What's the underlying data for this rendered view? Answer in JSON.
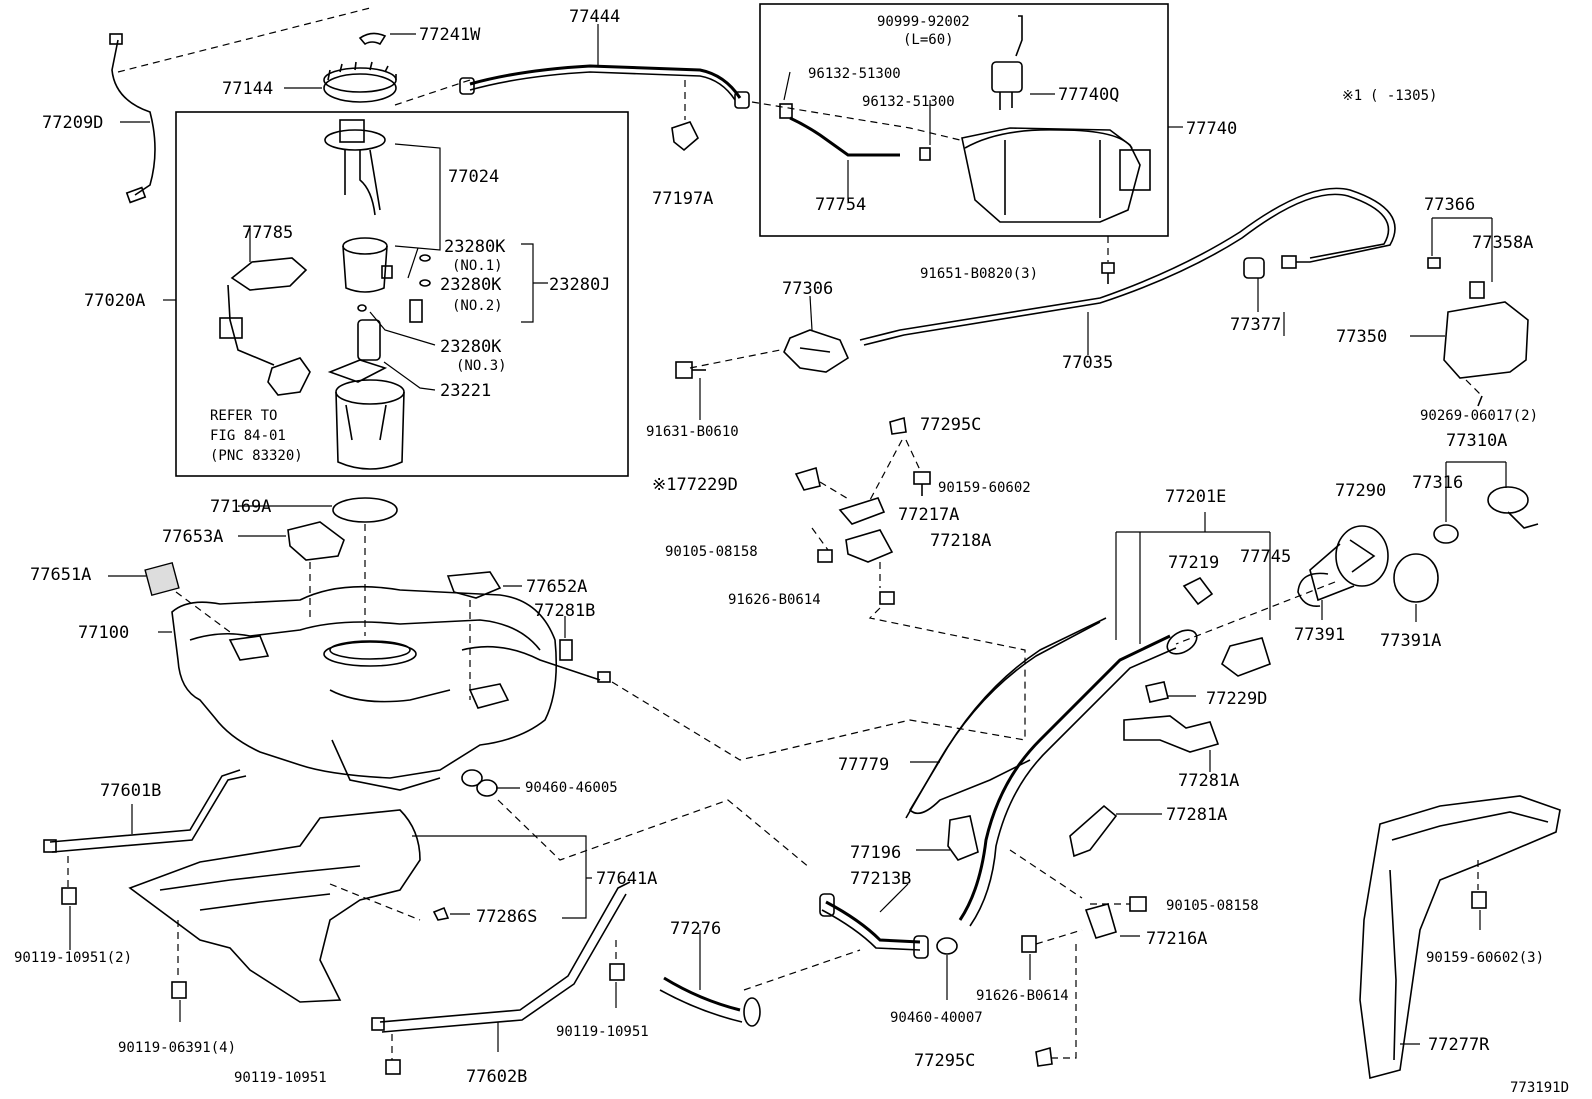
{
  "diagram_id": "773191D",
  "note": {
    "mark": "※1",
    "text": "(      -1305)"
  },
  "refer_note": [
    "REFER TO",
    "FIG 84-01",
    "(PNC 83320)"
  ],
  "labels": {
    "p77444": "77444",
    "p77241W": "77241W",
    "p77144": "77144",
    "p77209D": "77209D",
    "p77024": "77024",
    "p77785": "77785",
    "p77020A": "77020A",
    "p23280K1": "23280K",
    "no1": "(NO.1)",
    "p23280K2": "23280K",
    "no2": "(NO.2)",
    "p23280J": "23280J",
    "p23280K3": "23280K",
    "no3": "(NO.3)",
    "p23221": "23221",
    "p77197A": "77197A",
    "p90999": "90999-92002",
    "l60": "(L=60)",
    "p96132a": "96132-51300",
    "p96132b": "96132-51300",
    "p77740Q": "77740Q",
    "p77740": "77740",
    "p77754": "77754",
    "p91651": "91651-B0820(3)",
    "p77306": "77306",
    "p91631": "91631-B0610",
    "p77035": "77035",
    "p77377": "77377",
    "p77366": "77366",
    "p77358A": "77358A",
    "p77350": "77350",
    "p90269": "90269-06017(2)",
    "p77310A": "77310A",
    "p77295C_top": "77295C",
    "p77229D_note": "※177229D",
    "p90159a": "90159-60602",
    "p77217A": "77217A",
    "p90105a": "90105-08158",
    "p77218A": "77218A",
    "p91626a": "91626-B0614",
    "p77169A": "77169A",
    "p77653A": "77653A",
    "p77651A": "77651A",
    "p77652A": "77652A",
    "p77281B": "77281B",
    "p77100": "77100",
    "p77201E": "77201E",
    "p77219": "77219",
    "p77745": "77745",
    "p77290": "77290",
    "p77316": "77316",
    "p77391": "77391",
    "p77391A": "77391A",
    "p77229D": "77229D",
    "p77281A_a": "77281A",
    "p77779": "77779",
    "p77281A_b": "77281A",
    "p77196": "77196",
    "p77213B": "77213B",
    "p90105b": "90105-08158",
    "p77216A": "77216A",
    "p91626b": "91626-B0614",
    "p90460a": "90460-46005",
    "p77601B": "77601B",
    "p77641A": "77641A",
    "p77286S": "77286S",
    "p90119a": "90119-10951(2)",
    "p90119b": "90119-06391(4)",
    "p90119c": "90119-10951",
    "p90119d": "90119-10951",
    "p77602B": "77602B",
    "p77276": "77276",
    "p90460b": "90460-40007",
    "p77295C_bot": "77295C",
    "p90159b": "90159-60602(3)",
    "p77277R": "77277R"
  }
}
